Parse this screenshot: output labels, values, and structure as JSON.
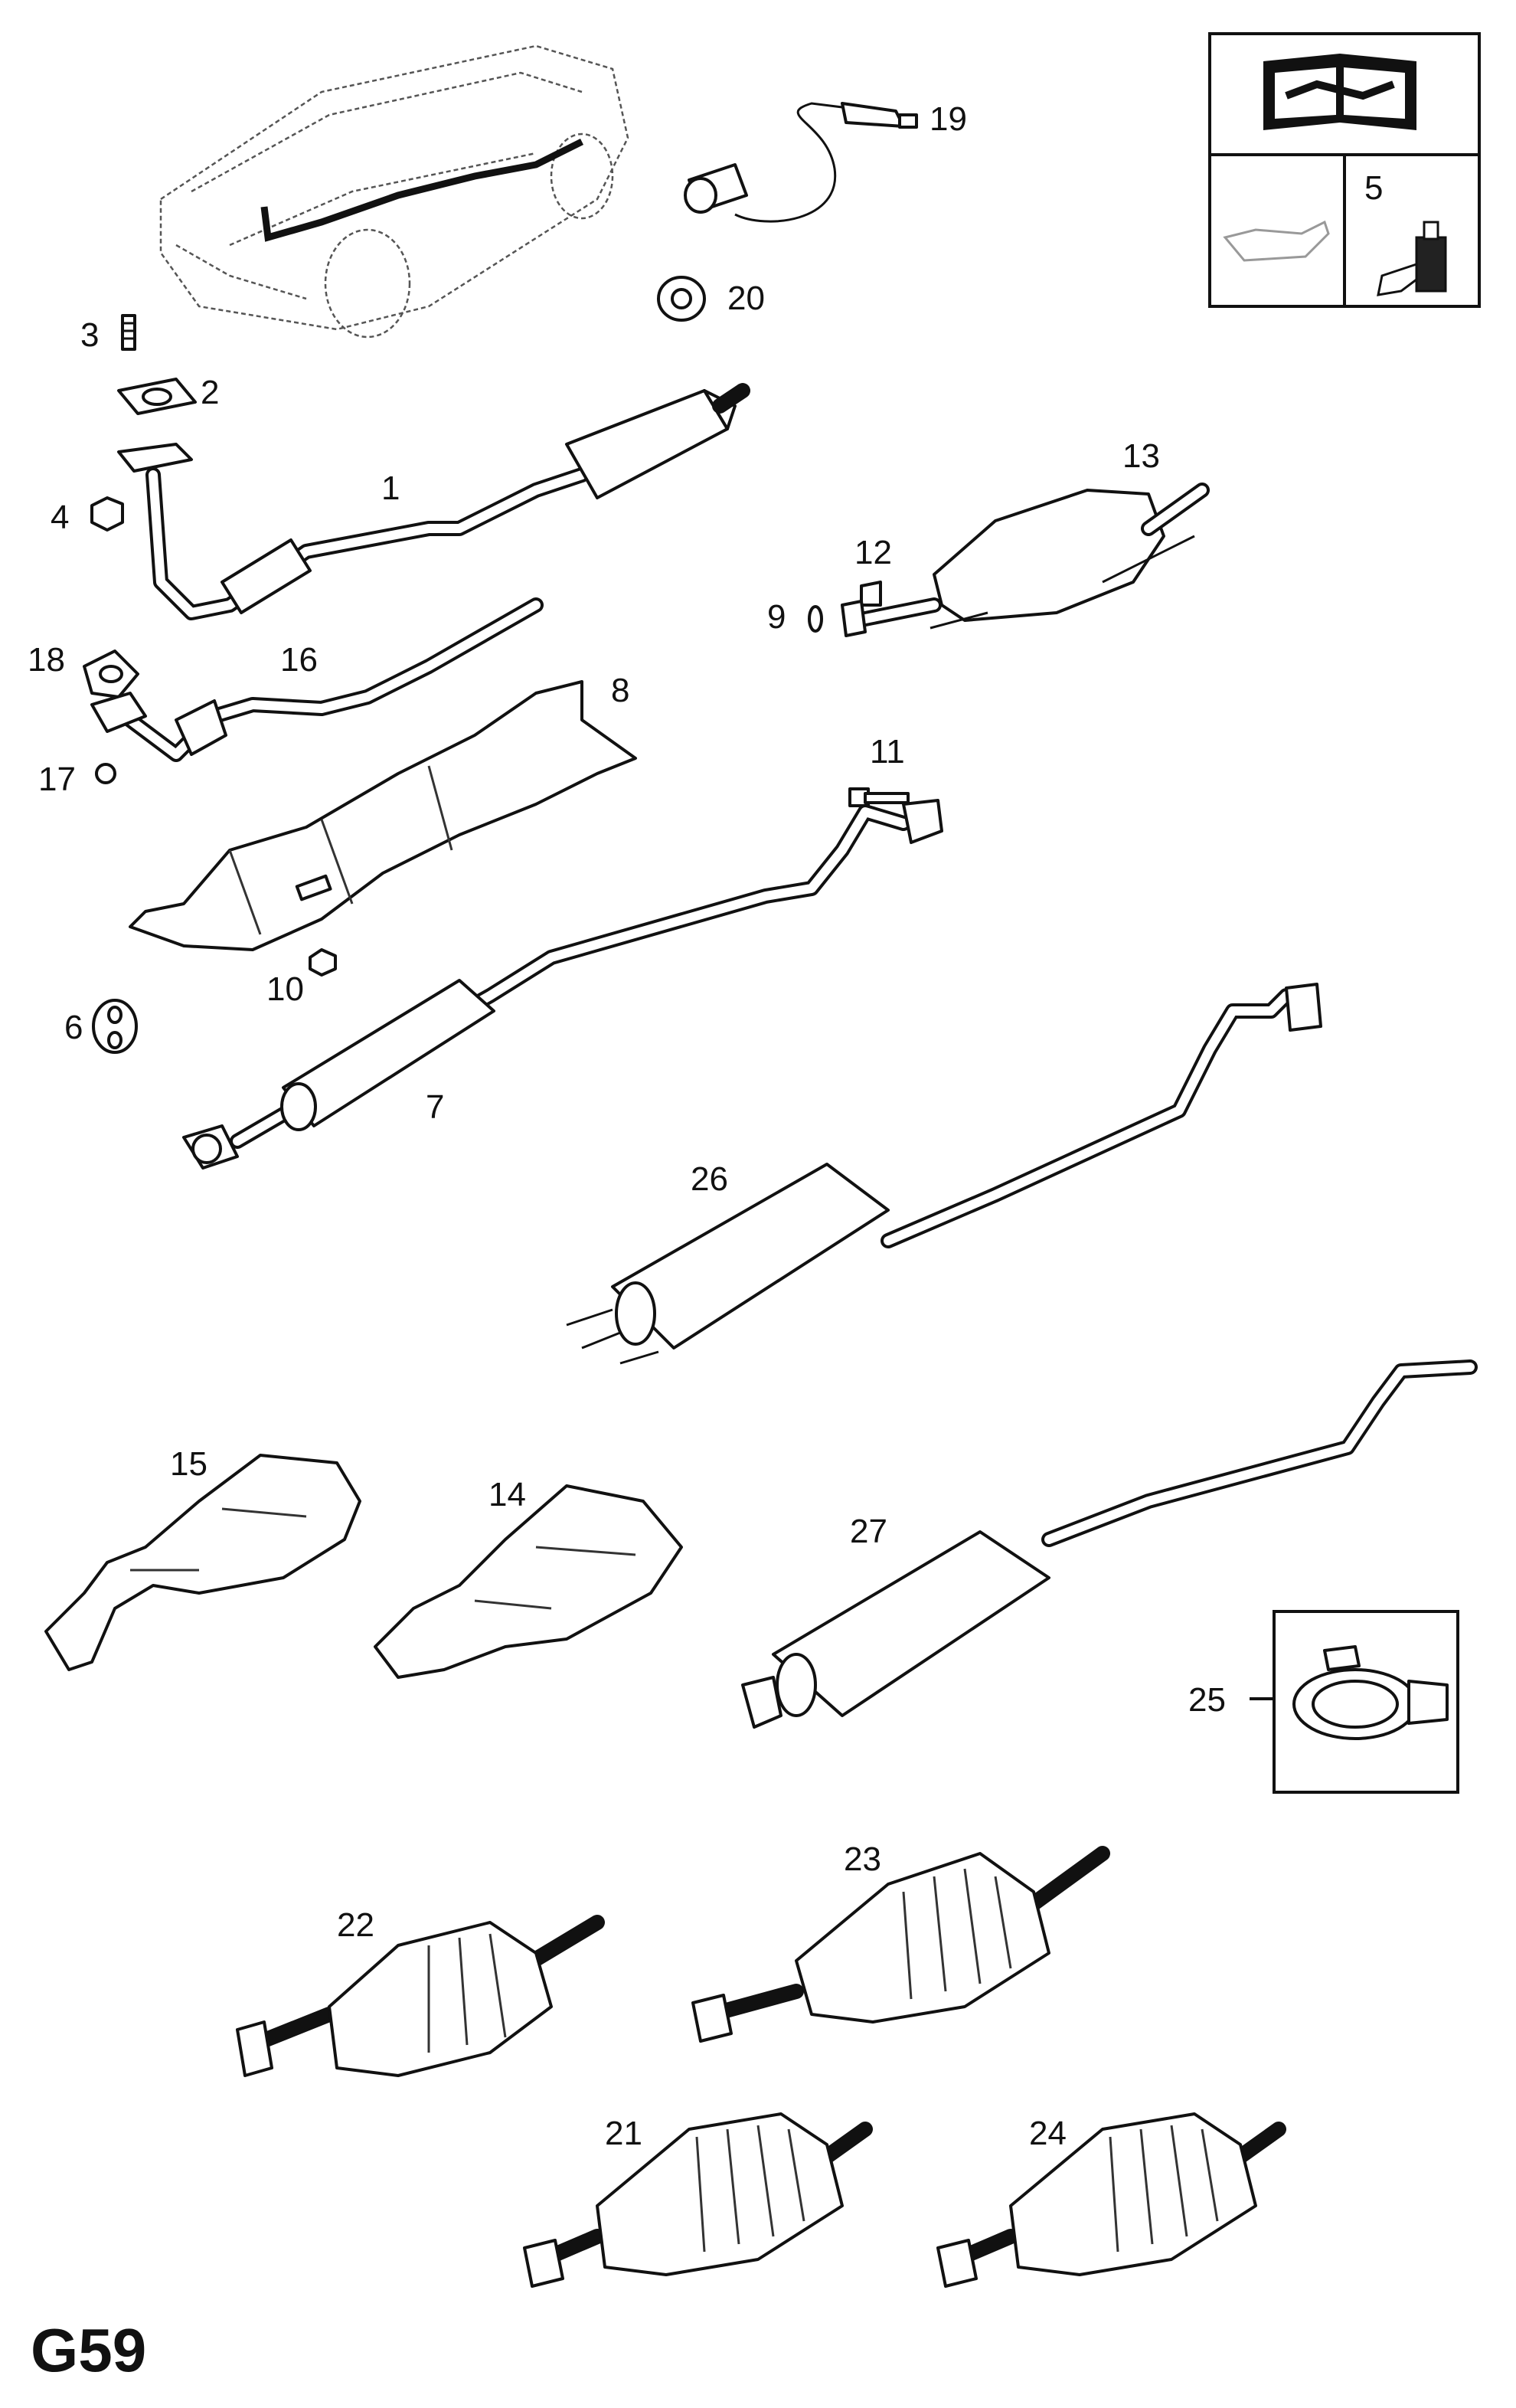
{
  "page": {
    "code": "G59"
  },
  "callouts": {
    "p1": "1",
    "p2": "2",
    "p3": "3",
    "p4": "4",
    "p5": "5",
    "p6": "6",
    "p7": "7",
    "p8": "8",
    "p9": "9",
    "p10": "10",
    "p11": "11",
    "p12": "12",
    "p13": "13",
    "p14": "14",
    "p15": "15",
    "p16": "16",
    "p17": "17",
    "p18": "18",
    "p19": "19",
    "p20": "20",
    "p21": "21",
    "p22": "22",
    "p23": "23",
    "p24": "24",
    "p25": "25",
    "p26": "26",
    "p27": "27"
  },
  "icons": {
    "manual": "wrench-book-icon",
    "oil": "oil-can-icon",
    "sealant": "sealant-bottle-icon"
  }
}
